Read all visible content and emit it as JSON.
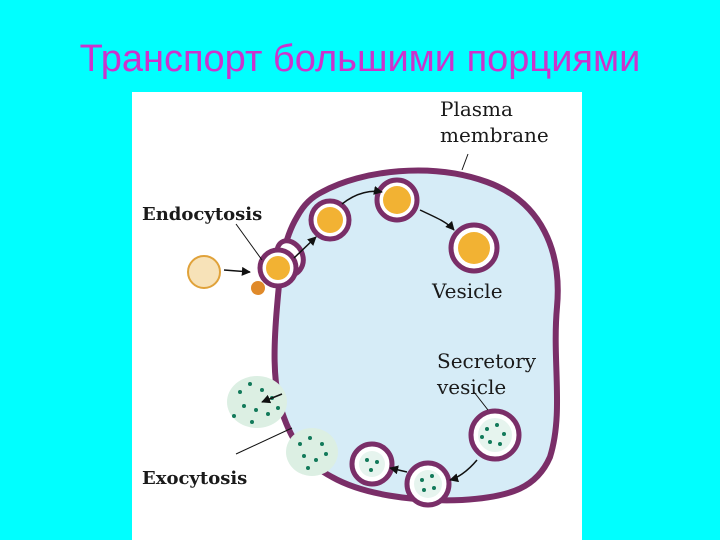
{
  "slide": {
    "title": "Транспорт большими порциями",
    "title_color": "#CC33CC",
    "background": "#00FFFF"
  },
  "diagram": {
    "labels": {
      "plasma_membrane_line1": "Plasma",
      "plasma_membrane_line2": "membrane",
      "endocytosis": "Endocytosis",
      "vesicle": "Vesicle",
      "secretory_vesicle_line1": "Secretory",
      "secretory_vesicle_line2": "vesicle",
      "exocytosis": "Exocytosis"
    },
    "colors": {
      "membrane": "#7A2E68",
      "cytoplasm": "#D6ECF7",
      "cargo": "#F2B233",
      "secretory_dots": "#137A5A"
    }
  }
}
